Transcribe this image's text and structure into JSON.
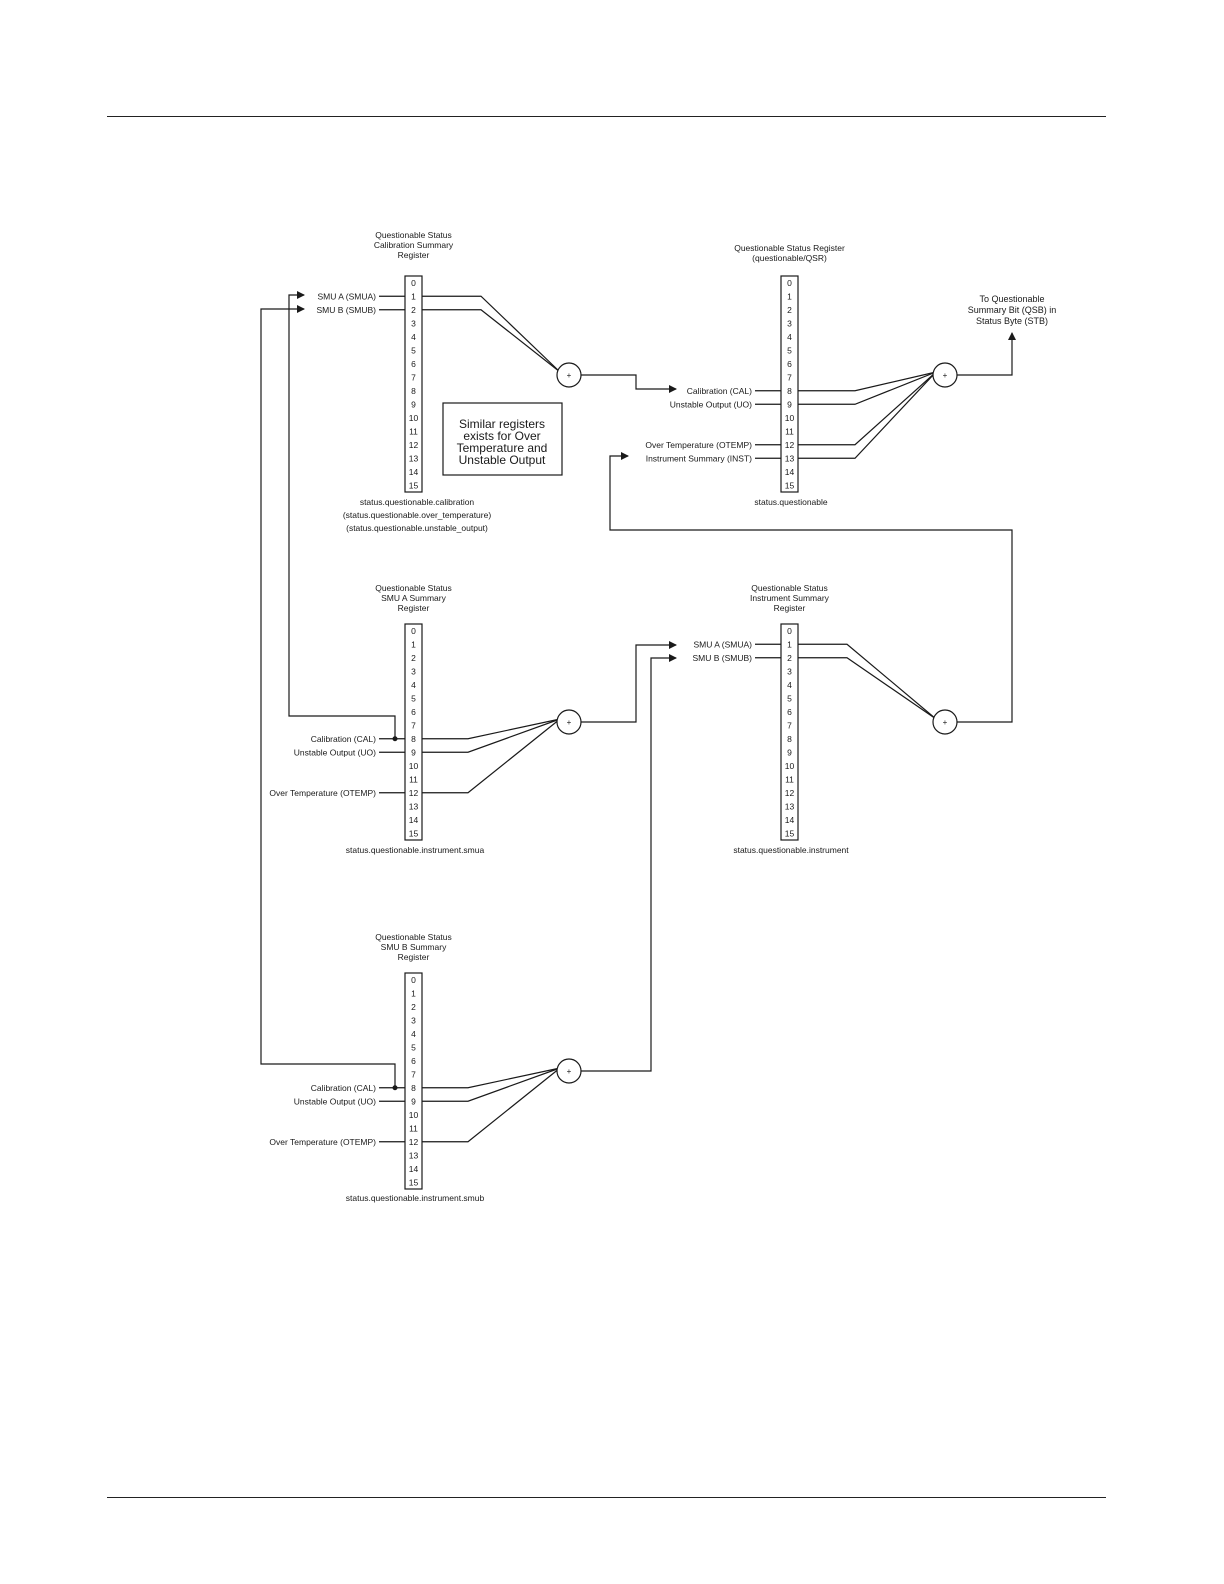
{
  "register_bits": [
    "0",
    "1",
    "2",
    "3",
    "4",
    "5",
    "6",
    "7",
    "8",
    "9",
    "10",
    "11",
    "12",
    "13",
    "14",
    "15"
  ],
  "note_box": {
    "lines": [
      "Similar registers",
      "exists for Over",
      "Temperature and",
      "Unstable Output"
    ]
  },
  "output_label": {
    "lines": [
      "To Questionable",
      "Summary Bit (QSB) in",
      "Status Byte (STB)"
    ]
  },
  "or_gate_symbol": "+",
  "registers": [
    {
      "id": "calibration",
      "title": [
        "Questionable Status",
        "Calibration Summary",
        "Register"
      ],
      "caption": [
        "status.questionable.calibration",
        "(status.questionable.over_temperature)",
        "(status.questionable.unstable_output)"
      ],
      "inputs": [
        {
          "bit": 1,
          "label": "SMU A (SMUA)"
        },
        {
          "bit": 2,
          "label": "SMU B (SMUB)"
        }
      ]
    },
    {
      "id": "questionable",
      "title": [
        "Questionable Status Register",
        "(questionable/QSR)"
      ],
      "caption": [
        "status.questionable"
      ],
      "inputs": [
        {
          "bit": 8,
          "label": "Calibration (CAL)"
        },
        {
          "bit": 9,
          "label": "Unstable Output (UO)"
        },
        {
          "bit": 12,
          "label": "Over Temperature  (OTEMP)"
        },
        {
          "bit": 13,
          "label": "Instrument Summary (INST)"
        }
      ]
    },
    {
      "id": "smua",
      "title": [
        "Questionable Status",
        "SMU A Summary",
        "Register"
      ],
      "caption": [
        "status.questionable.instrument.smua"
      ],
      "inputs": [
        {
          "bit": 8,
          "label": "Calibration (CAL)"
        },
        {
          "bit": 9,
          "label": "Unstable Output (UO)"
        },
        {
          "bit": 12,
          "label": "Over Temperature  (OTEMP)"
        }
      ]
    },
    {
      "id": "instrument",
      "title": [
        "Questionable Status",
        "Instrument Summary",
        "Register"
      ],
      "caption": [
        "status.questionable.instrument"
      ],
      "inputs": [
        {
          "bit": 1,
          "label": "SMU A (SMUA)"
        },
        {
          "bit": 2,
          "label": "SMU B (SMUB)"
        }
      ]
    },
    {
      "id": "smub",
      "title": [
        "Questionable Status",
        "SMU B Summary",
        "Register"
      ],
      "caption": [
        "status.questionable.instrument.smub"
      ],
      "inputs": [
        {
          "bit": 8,
          "label": "Calibration (CAL)"
        },
        {
          "bit": 9,
          "label": "Unstable Output (UO)"
        },
        {
          "bit": 12,
          "label": "Over Temperature  (OTEMP)"
        }
      ]
    }
  ]
}
